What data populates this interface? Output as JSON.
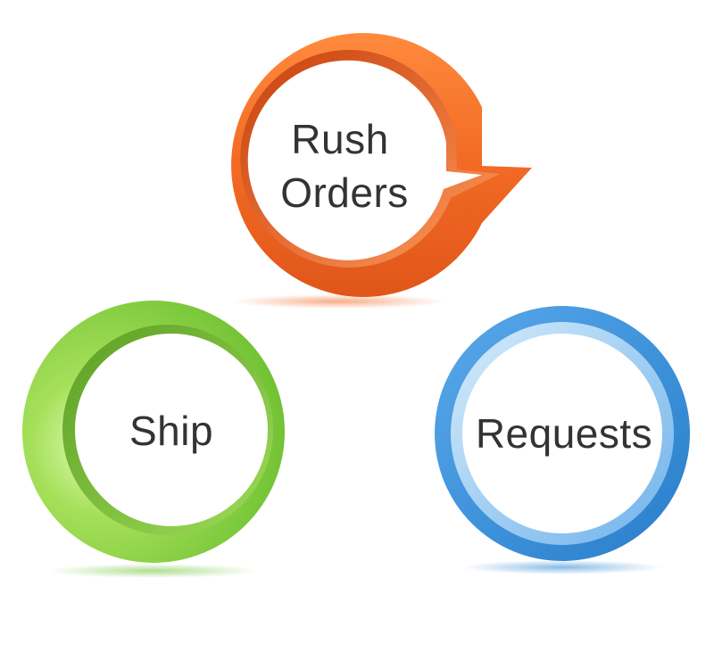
{
  "rings": {
    "rush_orders": {
      "line1": "Rush",
      "line2": "Orders",
      "color": "#f26a24",
      "color_dark": "#d84a10",
      "color_light": "#ff9a5c"
    },
    "ship": {
      "label": "Ship",
      "color": "#7ac943",
      "color_dark": "#5aa82a",
      "color_light": "#c8f08a"
    },
    "requests": {
      "label": "Requests",
      "color": "#3a8fd8",
      "color_dark": "#1f6fbf",
      "color_light": "#a8d4f5"
    }
  },
  "text_color": "#333333"
}
